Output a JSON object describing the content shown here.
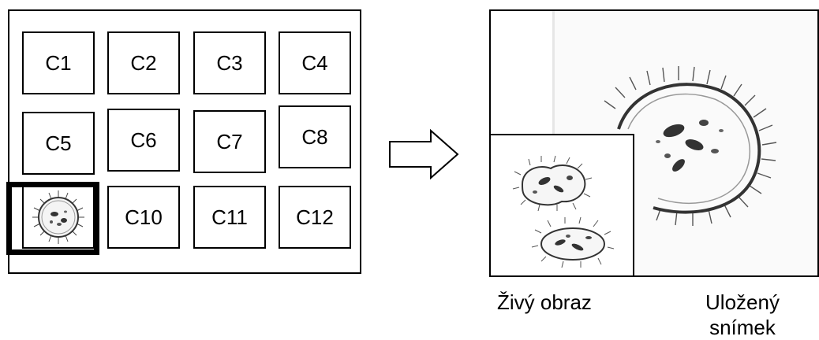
{
  "grid": {
    "cells": [
      "C1",
      "C2",
      "C3",
      "C4",
      "C5",
      "C6",
      "C7",
      "C8",
      "",
      "C10",
      "C11",
      "C12"
    ],
    "selected_index": 8
  },
  "labels": {
    "live": "Živý obraz",
    "saved": "Uložený snímek"
  },
  "icons": {
    "arrow": "right-arrow-icon",
    "thumbnail": "microbe-icon"
  }
}
